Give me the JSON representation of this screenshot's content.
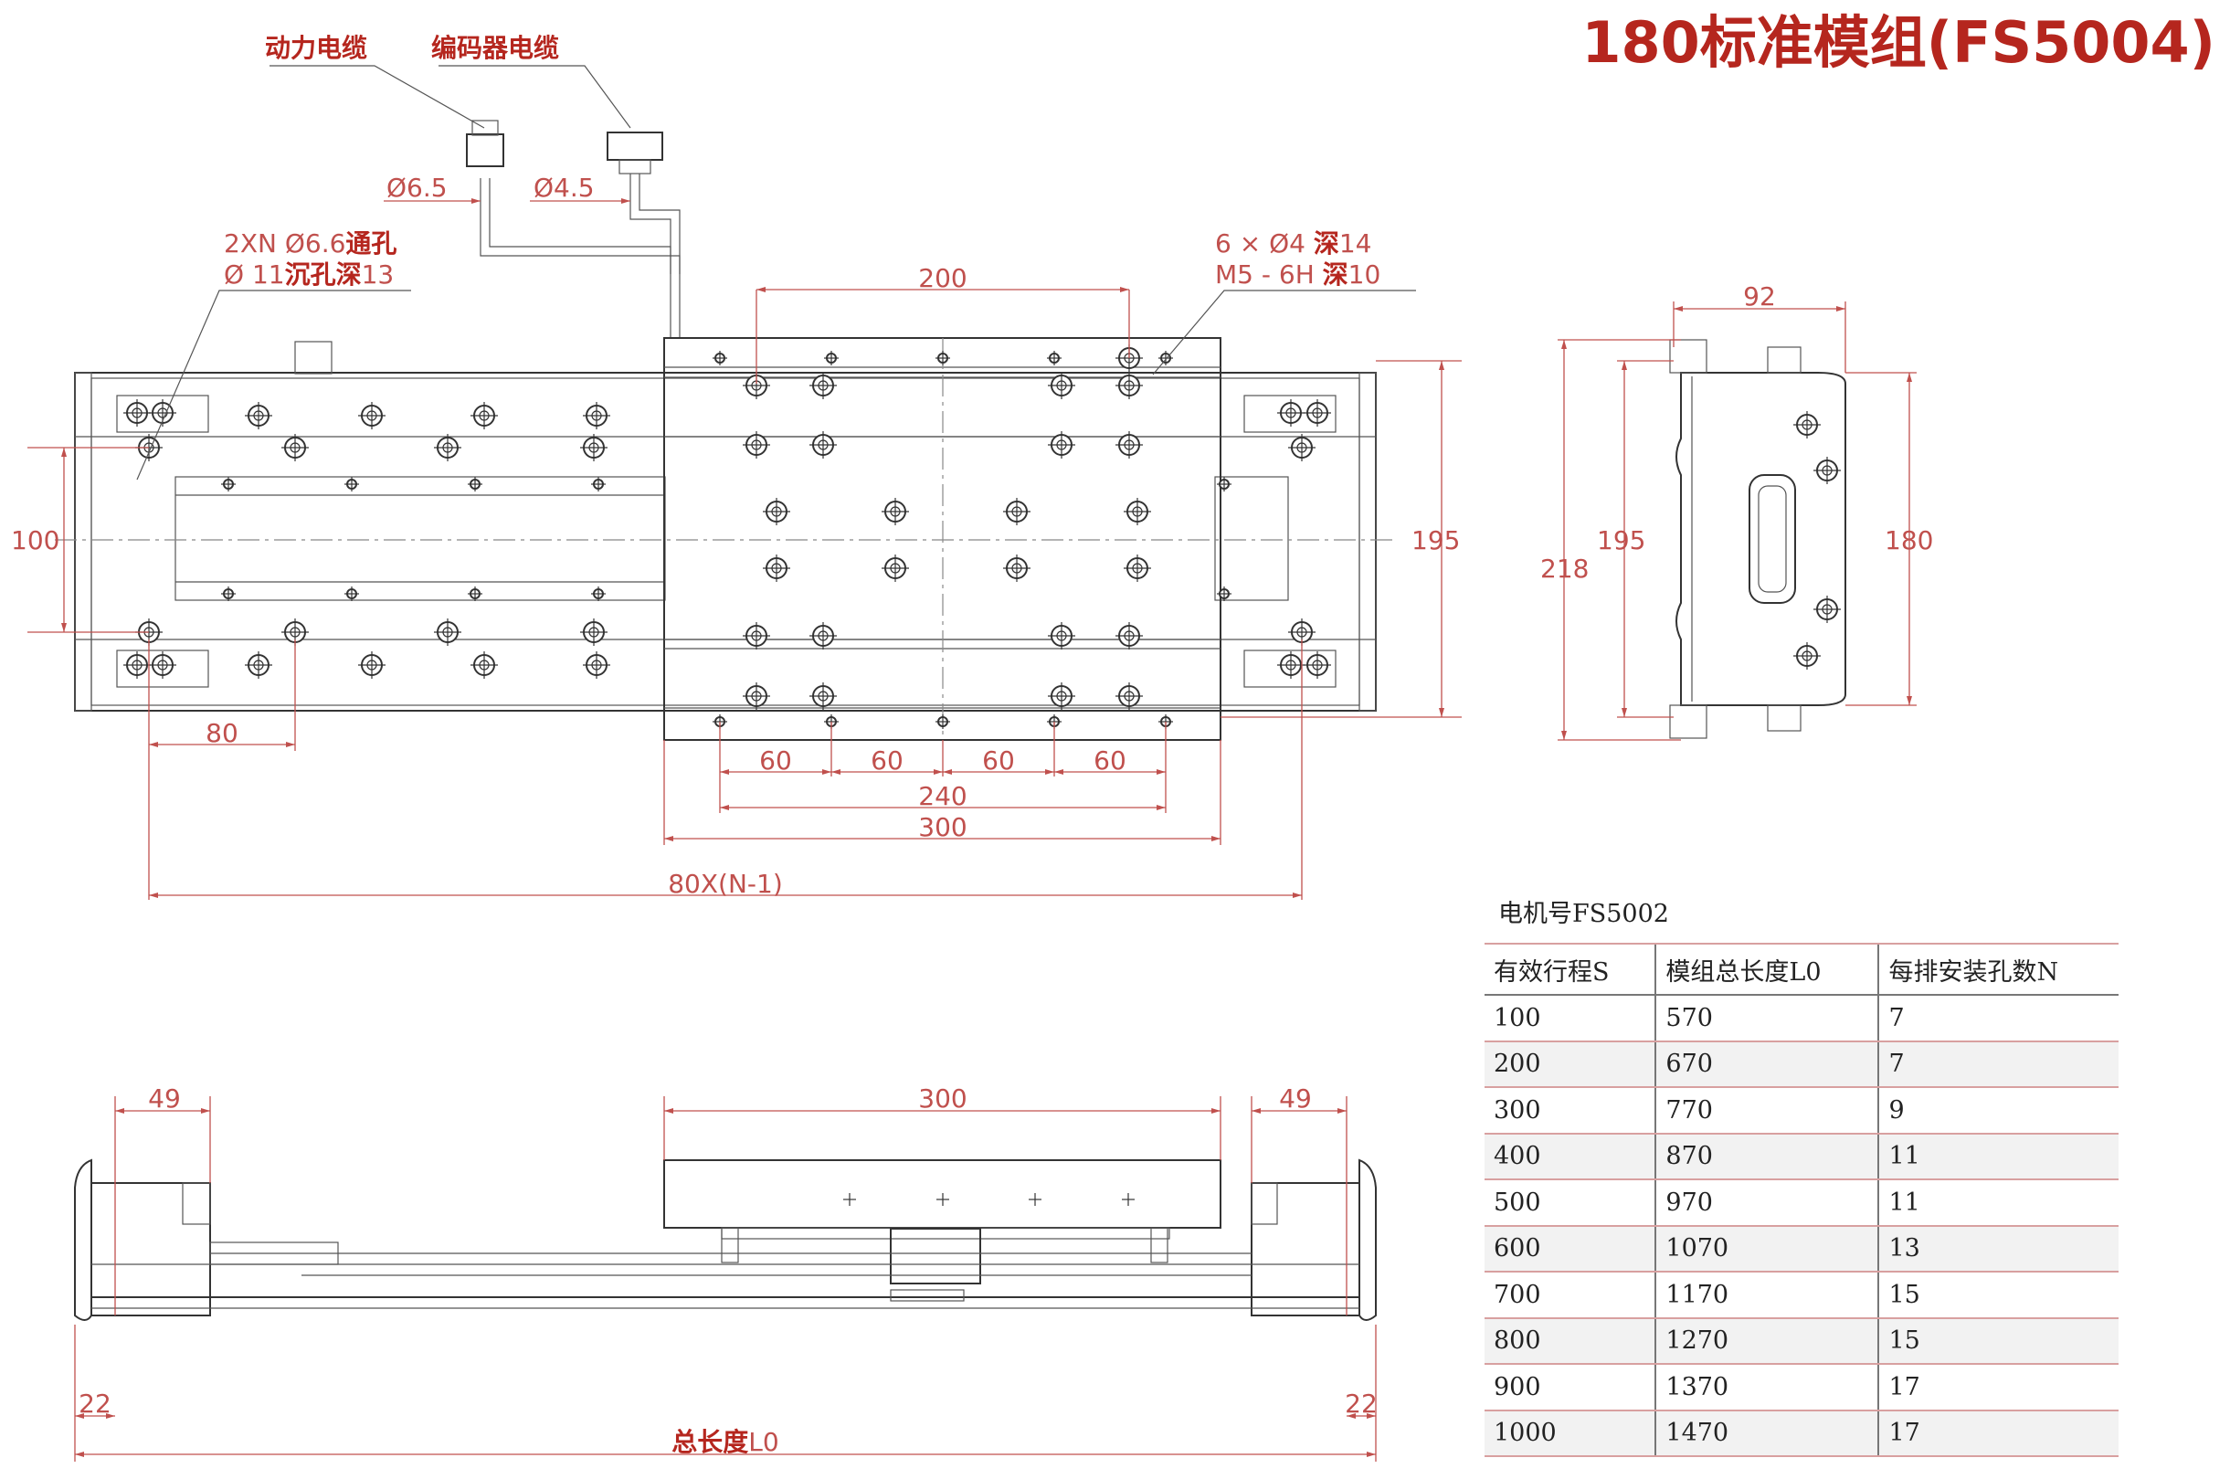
{
  "title": "180标准模组(FS5004)",
  "labels": {
    "power_cable": "动力电缆",
    "encoder_cable": "编码器电缆",
    "dia_power": "Ø6.5",
    "dia_encoder": "Ø4.5",
    "hole_note_1_a": "2XN  Ø6.6",
    "hole_note_1_b": "通孔",
    "hole_note_2_a": "Ø  11",
    "hole_note_2_b": "沉孔深",
    "hole_note_2_c": "13",
    "carriage_holes_a": "6 × Ø4  ",
    "carriage_holes_b": "深",
    "carriage_holes_c": "14",
    "thread_a": "M5 - 6H  ",
    "thread_b": "深",
    "thread_c": "10",
    "dim_200": "200",
    "dim_100": "100",
    "dim_195": "195",
    "dim_80": "80",
    "dim_60": "60",
    "dim_240": "240",
    "dim_300": "300",
    "dim_pitch": "80X(N-1)",
    "side_92": "92",
    "side_218": "218",
    "side_195": "195",
    "side_180": "180",
    "front_49": "49",
    "front_300": "300",
    "front_22": "22",
    "total_length_a": "总长度",
    "total_length_b": "L0"
  },
  "table": {
    "motor": "电机号FS5002",
    "headers": [
      "有效行程S",
      "模组总长度L0",
      "每排安装孔数N"
    ],
    "rows": [
      [
        "100",
        "570",
        "7"
      ],
      [
        "200",
        "670",
        "7"
      ],
      [
        "300",
        "770",
        "9"
      ],
      [
        "400",
        "870",
        "11"
      ],
      [
        "500",
        "970",
        "11"
      ],
      [
        "600",
        "1070",
        "13"
      ],
      [
        "700",
        "1170",
        "15"
      ],
      [
        "800",
        "1270",
        "15"
      ],
      [
        "900",
        "1370",
        "17"
      ],
      [
        "1000",
        "1470",
        "17"
      ]
    ]
  }
}
